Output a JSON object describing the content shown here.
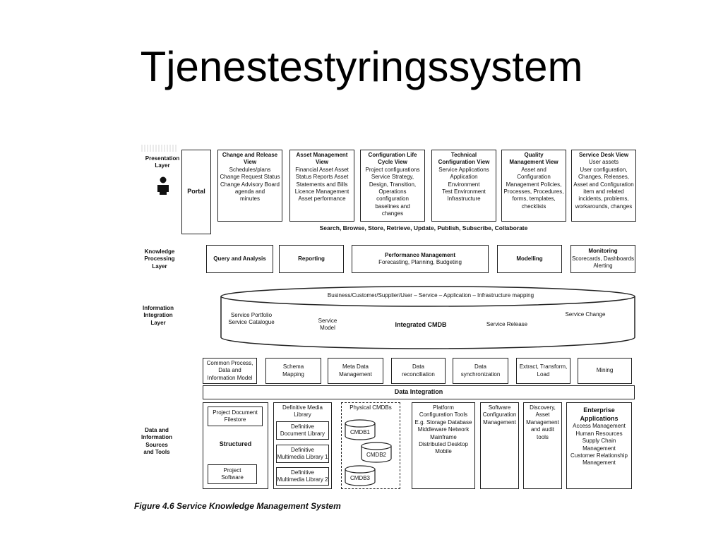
{
  "title": "Tjenestestyringssystem",
  "layers": {
    "presentation": "Presentation\nLayer",
    "knowledge": "Knowledge\nProcessing\nLayer",
    "information": "Information\nIntegration\nLayer",
    "data": "Data and\nInformation\nSources\nand Tools"
  },
  "presentation": {
    "portal": "Portal",
    "views": [
      {
        "title": "Change and Release\nView",
        "body": "Schedules/plans\nChange Request Status\nChange Advisory Board\nagenda and\nminutes"
      },
      {
        "title": "Asset Management\nView",
        "body": "Financial Asset Asset\nStatus Reports Asset\nStatements and Bills\nLicence Management\nAsset performance"
      },
      {
        "title": "Configuration Life\nCycle View",
        "body": "Project configurations\nService Strategy,\nDesign, Transition,\nOperations\nconfiguration\nbaselines and\nchanges"
      },
      {
        "title": "Technical\nConfiguration View",
        "body": "Service Applications\nApplication\nEnvironment\nTest Environment\nInfrastructure"
      },
      {
        "title": "Quality\nManagement View",
        "body": "Asset and\nConfiguration\nManagement Policies,\nProcesses, Procedures,\nforms, templates,\nchecklists"
      },
      {
        "title": "Service Desk View",
        "body": "User assets\nUser configuration,\nChanges, Releases,\nAsset and Configuration\nitem and related\nincidents, problems,\nworkarounds, changes"
      }
    ],
    "actions": "Search, Browse, Store, Retrieve, Update, Publish, Subscribe, Collaborate"
  },
  "knowledge": {
    "query": "Query and Analysis",
    "reporting": "Reporting",
    "perf_title": "Performance Management",
    "perf_body": "Forecasting, Planning, Budgeting",
    "modelling": "Modelling",
    "monitoring_title": "Monitoring",
    "monitoring_body": "Scorecards, Dashboards\nAlerting"
  },
  "integration": {
    "mapping": "Business/Customer/Supplier/User – Service – Application – Infrastructure mapping",
    "portfolio": "Service Portfolio\nService Catalogue",
    "model": "Service\nModel",
    "cmdb": "Integrated CMDB",
    "release": "Service Release",
    "change": "Service Change"
  },
  "data_integration": {
    "boxes": [
      "Common Process,\nData and\nInformation Model",
      "Schema\nMapping",
      "Meta Data\nManagement",
      "Data\nreconciliation",
      "Data\nsynchronization",
      "Extract, Transform,\nLoad",
      "Mining"
    ],
    "bar": "Data Integration"
  },
  "sources": {
    "project_doc": "Project Document\nFilestore",
    "structured": "Structured",
    "project_sw": "Project\nSoftware",
    "dml": "Definitive Media\nLibrary",
    "dml_doc": "Definitive\nDocument Library",
    "dml_mm1": "Definitive\nMultimedia Library 1",
    "dml_mm2": "Definitive\nMultimedia Library 2",
    "physical": "Physical CMDBs",
    "cmdb1": "CMDB1",
    "cmdb2": "CMDB2",
    "cmdb3": "CMDB3",
    "platform": "Platform\nConfiguration Tools\nE.g. Storage Database\nMiddleware Network\nMainframe\nDistributed Desktop\nMobile",
    "software": "Software\nConfiguration\nManagement",
    "discovery": "Discovery,\nAsset\nManagement\nand audit\ntools",
    "enterprise_title": "Enterprise\nApplications",
    "enterprise_body": "Access Management\nHuman Resources\nSupply Chain\nManagement\nCustomer Relationship\nManagement"
  },
  "caption": "Figure 4.6   Service Knowledge Management System"
}
